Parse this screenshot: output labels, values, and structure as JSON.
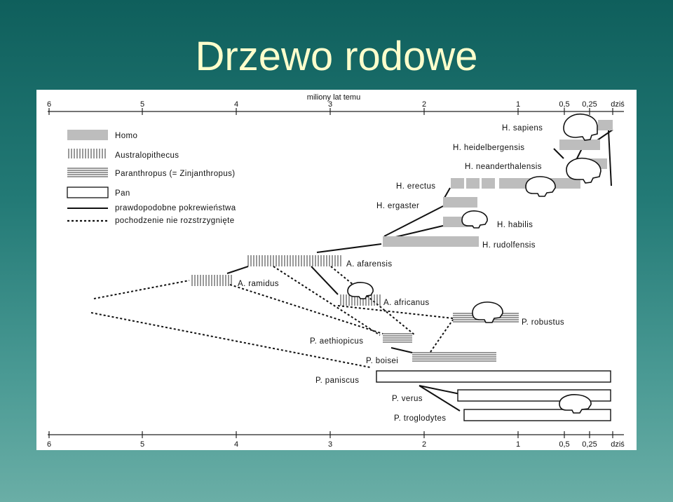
{
  "slide_title": "Drzewo rodowe",
  "axis": {
    "title": "miliony lat temu",
    "ticks": [
      "6",
      "5",
      "4",
      "3",
      "2",
      "1",
      "0,5",
      "0,25",
      "dziś"
    ]
  },
  "legend": [
    {
      "key": "homo",
      "label": "Homo"
    },
    {
      "key": "australopithecus",
      "label": "Australopithecus"
    },
    {
      "key": "paranthropus",
      "label": "Paranthropus (= Zinjanthropus)"
    },
    {
      "key": "pan",
      "label": "Pan"
    },
    {
      "key": "solid",
      "label": "prawdopodobne pokrewieństwa"
    },
    {
      "key": "dotted",
      "label": "pochodzenie nie rozstrzygnięte"
    }
  ],
  "species": [
    {
      "key": "sapiens",
      "label": "H. sapiens",
      "genus": "homo",
      "range": [
        0.1,
        0
      ]
    },
    {
      "key": "heidelbergensis",
      "label": "H. heidelbergensis",
      "genus": "homo",
      "range": [
        0.6,
        0.15
      ]
    },
    {
      "key": "neanderthalensis",
      "label": "H. neanderthalensis",
      "genus": "homo",
      "range": [
        0.35,
        0.03
      ]
    },
    {
      "key": "erectus",
      "label": "H. erectus",
      "genus": "homo",
      "range": [
        1.8,
        0.3
      ]
    },
    {
      "key": "ergaster",
      "label": "H. ergaster",
      "genus": "homo",
      "range": [
        1.95,
        1.55
      ]
    },
    {
      "key": "habilis",
      "label": "H. habilis",
      "genus": "homo",
      "range": [
        1.95,
        1.55
      ]
    },
    {
      "key": "rudolfensis",
      "label": "H. rudolfensis",
      "genus": "homo",
      "range": [
        2.45,
        1.6
      ]
    },
    {
      "key": "afarensis",
      "label": "A. afarensis",
      "genus": "australopithecus",
      "range": [
        3.9,
        2.9
      ]
    },
    {
      "key": "ramidus",
      "label": "A. ramidus",
      "genus": "australopithecus",
      "range": [
        4.5,
        4.0
      ]
    },
    {
      "key": "africanus",
      "label": "A. africanus",
      "genus": "australopithecus",
      "range": [
        3.0,
        2.5
      ]
    },
    {
      "key": "robustus",
      "label": "P. robustus",
      "genus": "paranthropus",
      "range": [
        1.95,
        1.0
      ]
    },
    {
      "key": "aethiopicus",
      "label": "P. aethiopicus",
      "genus": "paranthropus",
      "range": [
        2.5,
        2.2
      ]
    },
    {
      "key": "boisei",
      "label": "P. boisei",
      "genus": "paranthropus",
      "range": [
        2.3,
        1.3
      ]
    },
    {
      "key": "paniscus",
      "label": "P. paniscus",
      "genus": "pan",
      "range": [
        2.5,
        0
      ]
    },
    {
      "key": "verus",
      "label": "P. verus",
      "genus": "pan",
      "range": [
        1.65,
        0
      ]
    },
    {
      "key": "troglodytes",
      "label": "P. troglodytes",
      "genus": "pan",
      "range": [
        1.6,
        0
      ]
    }
  ]
}
